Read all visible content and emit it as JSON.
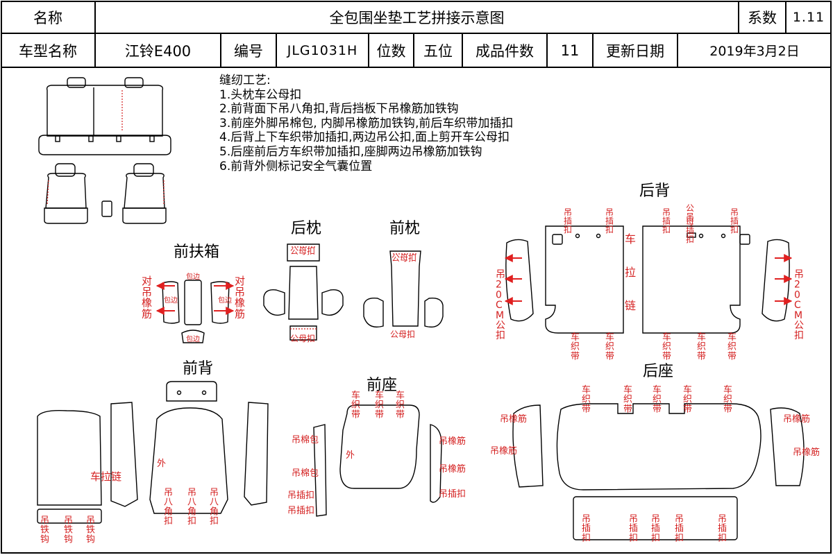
{
  "header": {
    "name_label": "名称",
    "title": "全包围坐垫工艺拼接示意图",
    "coef_label": "系数",
    "coef_value": "1.11",
    "model_label": "车型名称",
    "model_value": "江铃E400",
    "code_label": "编号",
    "code_value": "JLG1031H",
    "seats_label": "位数",
    "seats_value": "五位",
    "pieces_label": "成品件数",
    "pieces_value": "11",
    "date_label": "更新日期",
    "date_value": "2019年3月2日"
  },
  "notes": {
    "heading": "缝纫工艺:",
    "items": [
      "1.头枕车公母扣",
      "2.前背面下吊八角扣,背后挡板下吊橡筋加铁钩",
      "3.前座外脚吊棉包, 内脚吊橡筋加铁钩,前后车织带加插扣",
      "4.后背上下车织带加插扣,两边吊公扣,面上剪开车公母扣",
      "5.后座前后方车织带加插扣,座脚两边吊橡筋加铁钩",
      "6.前背外侧标记安全气囊位置"
    ]
  },
  "sections": {
    "front_armrest": "前扶箱",
    "rear_pillow": "后枕",
    "front_pillow": "前枕",
    "rear_back": "后背",
    "front_back": "前背",
    "front_seat": "前座",
    "rear_seat": "后座"
  },
  "annotations": {
    "dui_diao_xiangjin": "对吊橡筋",
    "bao_bian": "包边",
    "gong_mu_kou": "公母扣",
    "diao_cha_kou": "吊插扣",
    "gong_diao": "公吊",
    "mu_cha_kou": "母插扣",
    "che_la_lian": "车拉链",
    "diao_20cm_gong_kou": "吊20CM公扣",
    "che_zhi_dai": "车织带",
    "wai": "外",
    "diao_ba_jiao_kou": "吊八角扣",
    "diao_tie_gou": "吊铁钩",
    "diao_mian_bao": "吊棉包",
    "diao_xiang_jin": "吊橡筋",
    "diao_cha_kou_h": "吊插扣"
  },
  "colors": {
    "line": "#000000",
    "annotation": "#d42020",
    "arrow": "#e02020"
  }
}
